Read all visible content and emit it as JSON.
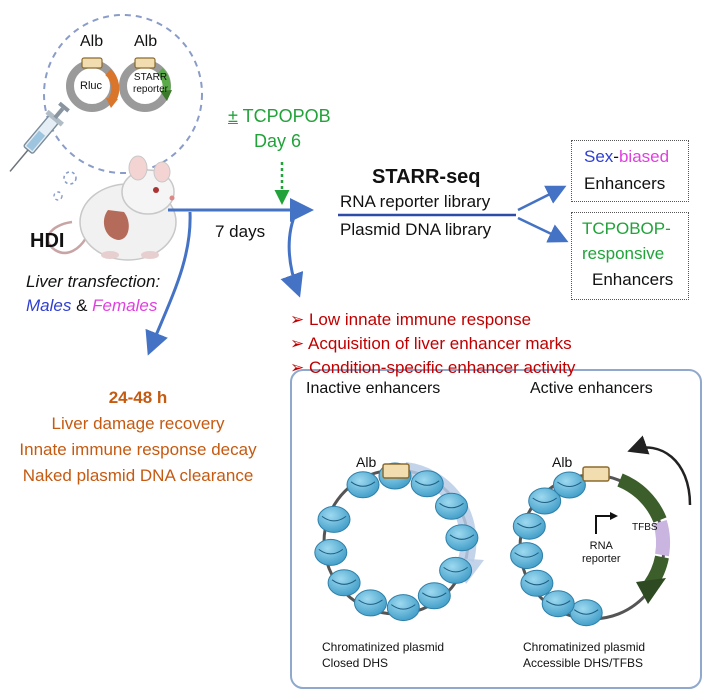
{
  "plasmids": {
    "left_label": "Alb",
    "left_inner": "Rluc",
    "right_label": "Alb",
    "right_inner_line1": "STARR",
    "right_inner_line2": "reporter"
  },
  "treatment": {
    "pm_sign": "±",
    "name": "TCPOPOB",
    "day": "Day 6"
  },
  "hdi": {
    "label": "HDI",
    "transfection": "Liver transfection:",
    "males": "Males",
    "amp": "&",
    "females": "Females"
  },
  "timeline": {
    "days": "7 days"
  },
  "starr": {
    "title": "STARR-seq",
    "rna_lib": "RNA reporter library",
    "dna_lib": "Plasmid DNA library"
  },
  "outputs": {
    "sex": "Sex",
    "dash": "-",
    "biased": "biased",
    "enh1": "Enhancers",
    "tcpobop_line1": "TCPOBOP-",
    "tcpobop_line2": "responsive",
    "enh2": "Enhancers"
  },
  "responses": [
    "Low innate immune response",
    "Acquisition of liver enhancer marks",
    "Condition-specific enhancer activity"
  ],
  "recovery": {
    "time": "24-48 h",
    "line1": "Liver damage recovery",
    "line2": "Innate immune response decay",
    "line3": "Naked plasmid DNA clearance"
  },
  "panel": {
    "inactive_title": "Inactive enhancers",
    "active_title": "Active enhancers",
    "alb_left": "Alb",
    "alb_right": "Alb",
    "tfbs": "TFBS",
    "rna_line1": "RNA",
    "rna_line2": "reporter",
    "inactive_caption1": "Chromatinized plasmid",
    "inactive_caption2": "Closed DHS",
    "active_caption1": "Chromatinized plasmid",
    "active_caption2": "Accessible DHS/TFBS"
  },
  "colors": {
    "blue_arrow": "#4472C4",
    "green": "#21A33A",
    "orange": "#C55A11",
    "red": "#C00000",
    "males": "#2F3FD1",
    "females": "#E040E0",
    "nucleosome": "#5BB7DC",
    "dark_green": "#3B5E2B",
    "lilac": "#C9B5E0"
  }
}
